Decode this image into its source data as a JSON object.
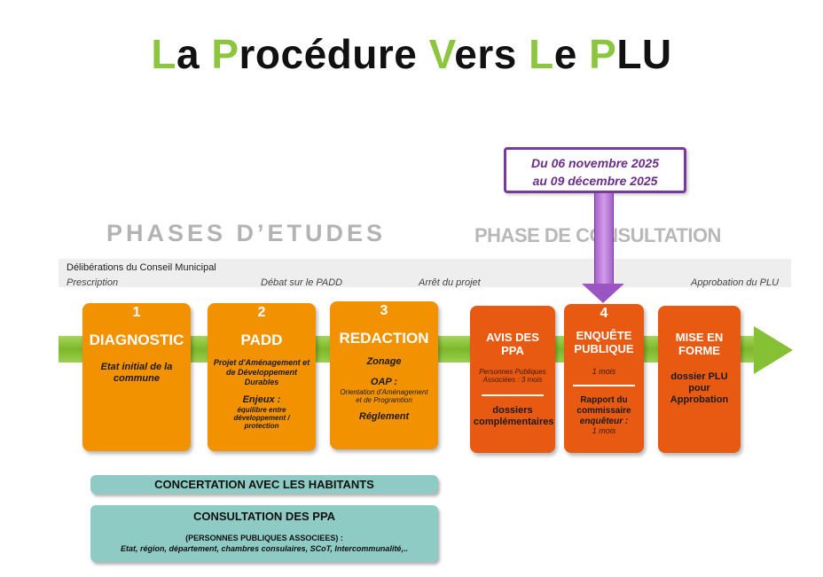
{
  "title": {
    "parts": [
      {
        "letter": "L",
        "rest": "a "
      },
      {
        "letter": "P",
        "rest": "rocédure "
      },
      {
        "letter": "V",
        "rest": "ers "
      },
      {
        "letter": "L",
        "rest": "e "
      },
      {
        "letter": "P",
        "rest": "LU"
      }
    ],
    "accent_color": "#8cc63f"
  },
  "date_callout": {
    "line1": "Du 06 novembre 2025",
    "line2": "au 09 décembre 2025",
    "color": "#7a3a9a"
  },
  "phases": {
    "etudes": "PHASES D’ETUDES",
    "consultation": "PHASE DE CONSULTATION"
  },
  "deliberations": {
    "title": "Délibérations du Conseil Municipal",
    "milestones": [
      "Prescription",
      "Débat sur le PADD",
      "Arrêt du projet",
      "Approbation du PLU"
    ]
  },
  "steps": {
    "diagnostic": {
      "number": "1",
      "title": "DIAGNOSTIC",
      "text": "Etat initial de la commune"
    },
    "padd": {
      "number": "2",
      "title": "PADD",
      "text": "Projet d'Aménagement et de Développement Durables",
      "enjeux_label": "Enjeux :",
      "enjeux_text": "équilibre entre développement / protection"
    },
    "redaction": {
      "number": "3",
      "title": "REDACTION",
      "zonage": "Zonage",
      "oap_label": "OAP :",
      "oap_text": "Orientation d'Aménagement et de Programtion",
      "reglement": "Réglement"
    },
    "avis": {
      "title": "AVIS DES PPA",
      "detail": "Personnes Publiques Associées : 3 mois",
      "text": "dossiers complémentaires"
    },
    "enquete": {
      "number": "4",
      "title": "ENQUÊTE PUBLIQUE",
      "duration": "1 mois",
      "text": "Rapport du commissaire",
      "text_italic": "enquêteur :",
      "text_duration": "1 mois"
    },
    "mise_en_forme": {
      "title": "MISE EN FORME",
      "text": "dossier PLU pour Approbation"
    }
  },
  "concertation": "CONCERTATION AVEC LES HABITANTS",
  "consultation_ppa": {
    "title": "CONSULTATION DES PPA",
    "subtitle": "(PERSONNES PUBLIQUES ASSOCIEES) :",
    "list": "Etat, région, département, chambres consulaires, SCoT, Intercommunalité,.."
  }
}
